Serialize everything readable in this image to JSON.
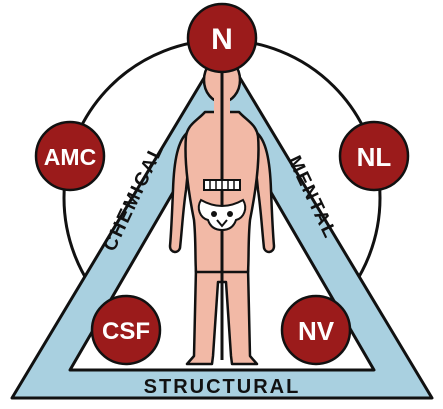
{
  "labels": {
    "top": "N",
    "left": "AMC",
    "right": "NL",
    "bottom_left": "CSF",
    "bottom_right": "NV"
  },
  "sides": {
    "left": "CHEMICAL",
    "right": "MENTAL",
    "bottom": "STRUCTURAL"
  },
  "colors": {
    "badge_fill": "#9b1b1b",
    "triangle_fill": "#a9d0e0",
    "body_fill": "#f2b9a6",
    "outline": "#111111",
    "badge_text": "#ffffff"
  }
}
